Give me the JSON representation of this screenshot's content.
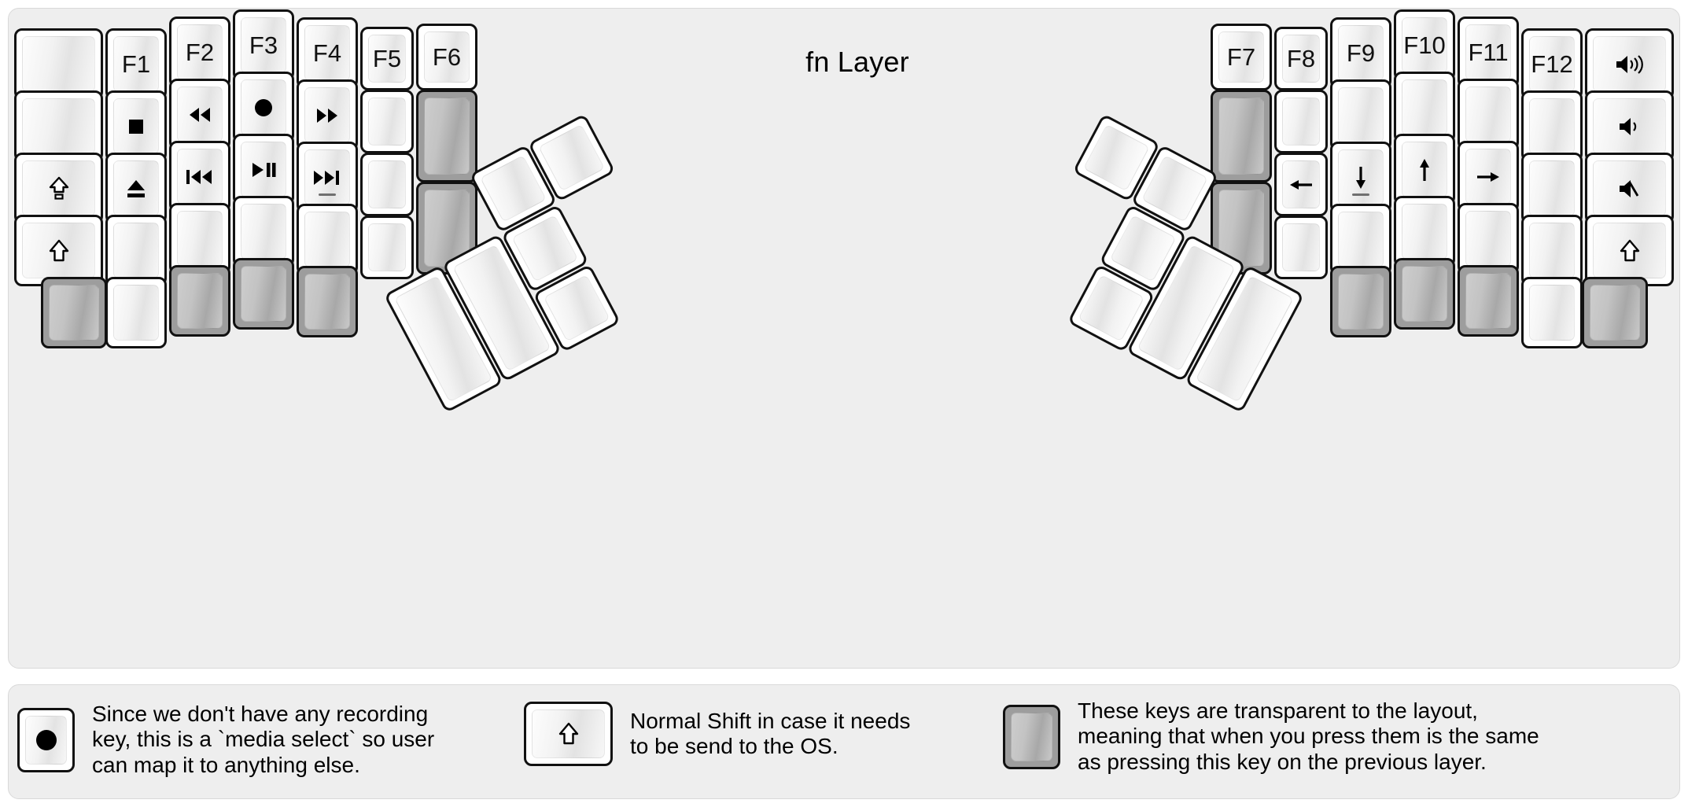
{
  "title": "fn Layer",
  "colors": {
    "background": "#eeeeee",
    "key_fill": "#ffffff",
    "key_border": "#111111",
    "transparent_key": "#9d9d9d",
    "text": "#000000"
  },
  "keyboard": {
    "left_half": {
      "columns": [
        {
          "name": "col-pinky-outer",
          "keys": [
            {
              "label": "",
              "icon": "",
              "type": "normal"
            },
            {
              "label": "",
              "icon": "",
              "type": "normal"
            },
            {
              "label": "",
              "icon": "caps-lock-icon",
              "type": "normal"
            },
            {
              "label": "",
              "icon": "shift-icon",
              "type": "normal"
            },
            {
              "label": "",
              "icon": "",
              "type": "transparent"
            }
          ]
        },
        {
          "name": "col-pinky",
          "keys": [
            {
              "label": "F1",
              "icon": "",
              "type": "normal"
            },
            {
              "label": "",
              "icon": "media-stop-icon",
              "type": "normal"
            },
            {
              "label": "",
              "icon": "media-eject-icon",
              "type": "normal"
            },
            {
              "label": "",
              "icon": "",
              "type": "normal"
            },
            {
              "label": "",
              "icon": "",
              "type": "normal"
            }
          ]
        },
        {
          "name": "col-ring",
          "keys": [
            {
              "label": "F2",
              "icon": "",
              "type": "normal"
            },
            {
              "label": "",
              "icon": "media-rewind-icon",
              "type": "normal"
            },
            {
              "label": "",
              "icon": "media-previous-icon",
              "type": "normal"
            },
            {
              "label": "",
              "icon": "",
              "type": "normal"
            },
            {
              "label": "",
              "icon": "",
              "type": "transparent"
            }
          ]
        },
        {
          "name": "col-middle",
          "keys": [
            {
              "label": "F3",
              "icon": "",
              "type": "normal"
            },
            {
              "label": "",
              "icon": "media-record-icon",
              "type": "normal"
            },
            {
              "label": "",
              "icon": "media-play-pause-icon",
              "type": "normal"
            },
            {
              "label": "",
              "icon": "",
              "type": "normal"
            },
            {
              "label": "",
              "icon": "",
              "type": "transparent"
            }
          ]
        },
        {
          "name": "col-index",
          "keys": [
            {
              "label": "F4",
              "icon": "",
              "type": "normal"
            },
            {
              "label": "",
              "icon": "media-fast-forward-icon",
              "type": "normal"
            },
            {
              "label": "",
              "icon": "media-next-icon",
              "type": "normal",
              "homing": true
            },
            {
              "label": "",
              "icon": "",
              "type": "normal"
            },
            {
              "label": "",
              "icon": "",
              "type": "transparent"
            }
          ]
        },
        {
          "name": "col-index-inner",
          "keys": [
            {
              "label": "F5",
              "icon": "",
              "type": "normal"
            },
            {
              "label": "",
              "icon": "",
              "type": "normal"
            },
            {
              "label": "",
              "icon": "",
              "type": "normal"
            },
            {
              "label": "",
              "icon": "",
              "type": "normal"
            }
          ]
        },
        {
          "name": "col-inner",
          "keys": [
            {
              "label": "F6",
              "icon": "",
              "type": "normal"
            },
            {
              "label": "",
              "icon": "",
              "type": "transparent"
            },
            {
              "label": "",
              "icon": "",
              "type": "transparent"
            }
          ]
        }
      ],
      "thumb_cluster": [
        {
          "name": "thumb-big-1",
          "label": "",
          "type": "normal"
        },
        {
          "name": "thumb-big-2",
          "label": "",
          "type": "normal"
        },
        {
          "name": "thumb-small-1",
          "label": "",
          "type": "normal"
        },
        {
          "name": "thumb-small-2",
          "label": "",
          "type": "normal"
        },
        {
          "name": "thumb-small-3",
          "label": "",
          "type": "normal"
        },
        {
          "name": "thumb-small-4",
          "label": "",
          "type": "normal"
        }
      ]
    },
    "right_half": {
      "columns": [
        {
          "name": "col-inner",
          "keys": [
            {
              "label": "F7",
              "icon": "",
              "type": "normal"
            },
            {
              "label": "",
              "icon": "",
              "type": "transparent"
            },
            {
              "label": "",
              "icon": "",
              "type": "transparent"
            }
          ]
        },
        {
          "name": "col-index-inner",
          "keys": [
            {
              "label": "F8",
              "icon": "",
              "type": "normal"
            },
            {
              "label": "",
              "icon": "",
              "type": "normal"
            },
            {
              "label": "",
              "icon": "arrow-left-icon",
              "type": "normal"
            },
            {
              "label": "",
              "icon": "",
              "type": "normal"
            }
          ]
        },
        {
          "name": "col-index",
          "keys": [
            {
              "label": "F9",
              "icon": "",
              "type": "normal"
            },
            {
              "label": "",
              "icon": "",
              "type": "normal"
            },
            {
              "label": "",
              "icon": "arrow-down-icon",
              "type": "normal",
              "homing": true
            },
            {
              "label": "",
              "icon": "",
              "type": "normal"
            },
            {
              "label": "",
              "icon": "",
              "type": "transparent"
            }
          ]
        },
        {
          "name": "col-middle",
          "keys": [
            {
              "label": "F10",
              "icon": "",
              "type": "normal"
            },
            {
              "label": "",
              "icon": "",
              "type": "normal"
            },
            {
              "label": "",
              "icon": "arrow-up-icon",
              "type": "normal"
            },
            {
              "label": "",
              "icon": "",
              "type": "normal"
            },
            {
              "label": "",
              "icon": "",
              "type": "transparent"
            }
          ]
        },
        {
          "name": "col-ring",
          "keys": [
            {
              "label": "F11",
              "icon": "",
              "type": "normal"
            },
            {
              "label": "",
              "icon": "",
              "type": "normal"
            },
            {
              "label": "",
              "icon": "arrow-right-icon",
              "type": "normal"
            },
            {
              "label": "",
              "icon": "",
              "type": "normal"
            },
            {
              "label": "",
              "icon": "",
              "type": "transparent"
            }
          ]
        },
        {
          "name": "col-pinky",
          "keys": [
            {
              "label": "F12",
              "icon": "",
              "type": "normal"
            },
            {
              "label": "",
              "icon": "",
              "type": "normal"
            },
            {
              "label": "",
              "icon": "",
              "type": "normal"
            },
            {
              "label": "",
              "icon": "",
              "type": "normal"
            }
          ]
        },
        {
          "name": "col-pinky-outer",
          "keys": [
            {
              "label": "",
              "icon": "volume-up-icon",
              "type": "normal"
            },
            {
              "label": "",
              "icon": "volume-down-icon",
              "type": "normal"
            },
            {
              "label": "",
              "icon": "volume-mute-icon",
              "type": "normal"
            },
            {
              "label": "",
              "icon": "shift-icon",
              "type": "normal"
            },
            {
              "label": "",
              "icon": "",
              "type": "transparent"
            }
          ]
        }
      ],
      "thumb_cluster": [
        {
          "name": "thumb-big-1",
          "label": "",
          "type": "normal"
        },
        {
          "name": "thumb-big-2",
          "label": "",
          "type": "normal"
        },
        {
          "name": "thumb-small-1",
          "label": "",
          "type": "normal"
        },
        {
          "name": "thumb-small-2",
          "label": "",
          "type": "normal"
        },
        {
          "name": "thumb-small-3",
          "label": "",
          "type": "normal"
        },
        {
          "name": "thumb-small-4",
          "label": "",
          "type": "normal"
        }
      ]
    }
  },
  "legend": [
    {
      "icon": "media-record-icon",
      "key_type": "normal",
      "text": "Since we don't have any recording\nkey, this is a `media select` so user\ncan map it to anything else."
    },
    {
      "icon": "shift-icon",
      "key_type": "normal",
      "text": "Normal Shift in case it needs\nto be send to the OS."
    },
    {
      "icon": "",
      "key_type": "transparent",
      "text": "These keys are transparent to the layout,\nmeaning that when you press them is the same\nas pressing this key on the previous layer."
    }
  ]
}
